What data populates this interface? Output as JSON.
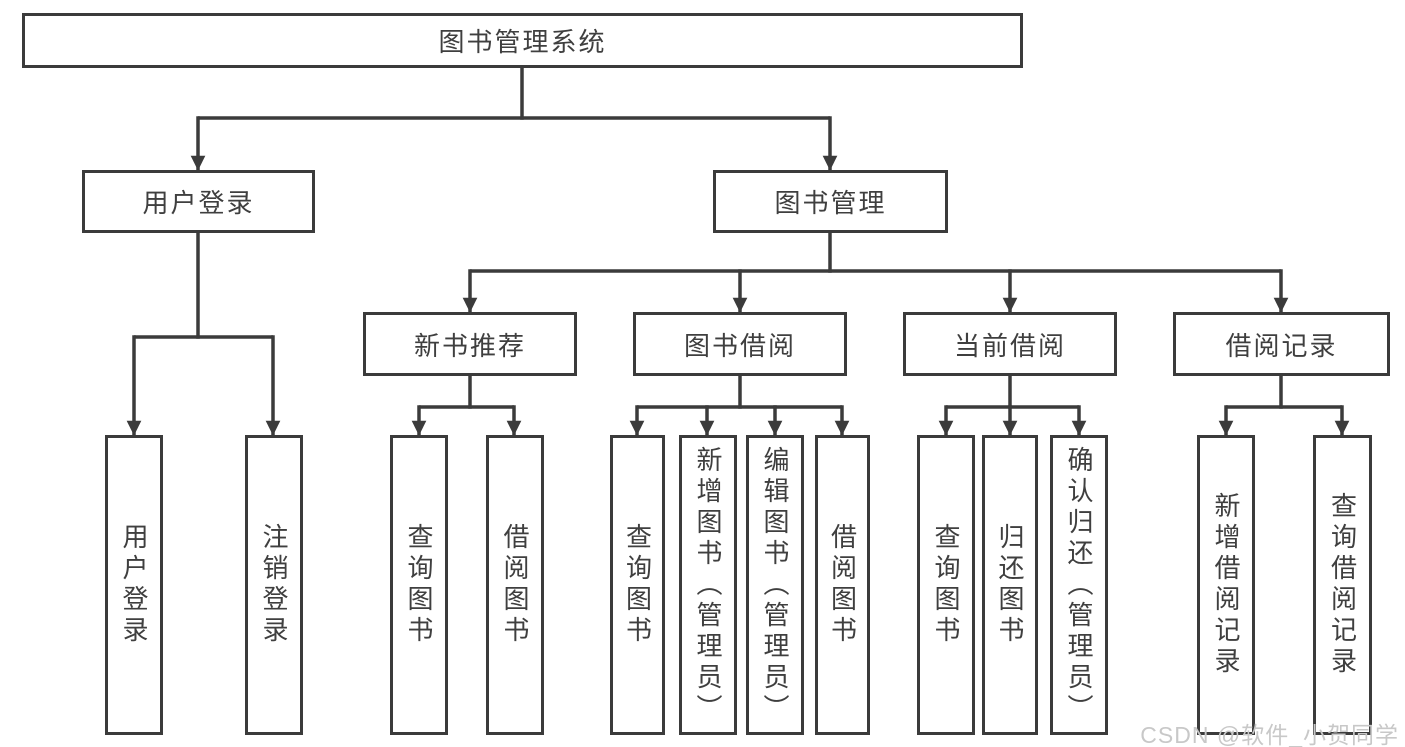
{
  "diagram_type": "hierarchy-tree",
  "tree": {
    "root": {
      "label": "图书管理系统",
      "children": [
        {
          "label": "用户登录",
          "children": [
            {
              "label": "用户登录"
            },
            {
              "label": "注销登录"
            }
          ]
        },
        {
          "label": "图书管理",
          "children": [
            {
              "label": "新书推荐",
              "children": [
                {
                  "label": "查询图书"
                },
                {
                  "label": "借阅图书"
                }
              ]
            },
            {
              "label": "图书借阅",
              "children": [
                {
                  "label": "查询图书"
                },
                {
                  "label": "新增图书（管理员）"
                },
                {
                  "label": "编辑图书（管理员）"
                },
                {
                  "label": "借阅图书"
                }
              ]
            },
            {
              "label": "当前借阅",
              "children": [
                {
                  "label": "查询图书"
                },
                {
                  "label": "归还图书"
                },
                {
                  "label": "确认归还（管理员）"
                }
              ]
            },
            {
              "label": "借阅记录",
              "children": [
                {
                  "label": "新增借阅记录"
                },
                {
                  "label": "查询借阅记录"
                }
              ]
            }
          ]
        }
      ]
    }
  },
  "watermark": {
    "text": "CSDN @软件_小贺同学"
  },
  "colors": {
    "line": "#3b3b3b",
    "text": "#3f3f3f",
    "watermark": "#c8c8c8",
    "background": "#ffffff"
  }
}
